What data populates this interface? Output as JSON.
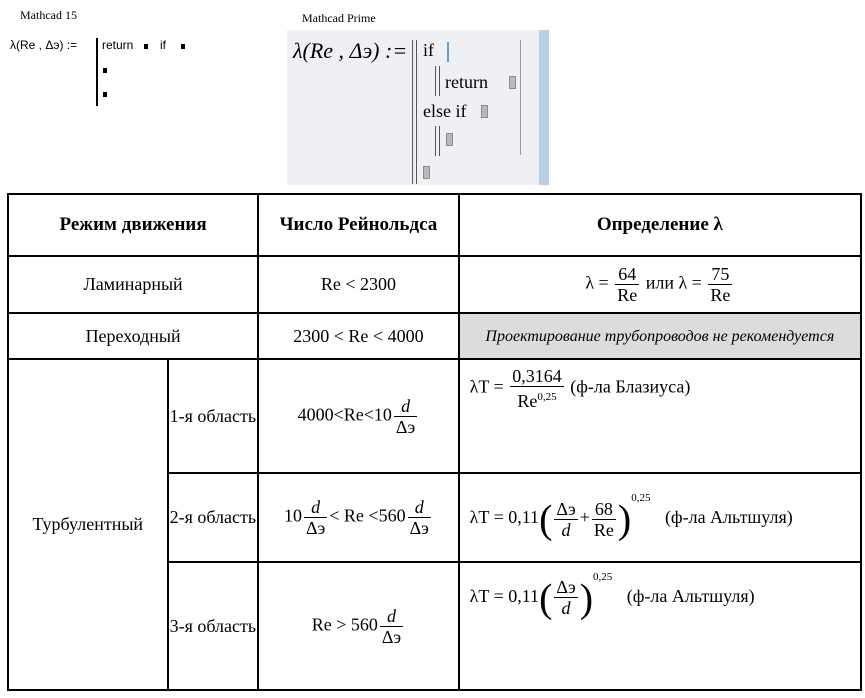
{
  "captions": {
    "mathcad15": "Mathcad 15",
    "mathcad_prime": "Mathcad Prime"
  },
  "mathcad15": {
    "lhs": "λ(Re , Δэ) :=",
    "return": "return",
    "if": "if"
  },
  "prime": {
    "lhs": "λ(Re , Δэ) :=",
    "if": "if",
    "return": "return",
    "else_if": "else if"
  },
  "table": {
    "headers": [
      "Режим движения",
      "Число Рейнольдса",
      "Определение λ"
    ],
    "rows": {
      "laminar": {
        "mode": "Ламинарный",
        "re": "Re < 2300",
        "def_prefix": "λ =",
        "num1": "64",
        "den": "Re",
        "or": "или",
        "num2": "75"
      },
      "transition": {
        "mode": "Переходный",
        "re": "2300 < Re < 4000",
        "def": "Проектирование трубопроводов не рекомендуется"
      },
      "turbulent": {
        "mode": "Турбулентный",
        "zones": [
          {
            "zone": "1-я область",
            "re_left": "4000<Re<10",
            "num": "d",
            "den": "Δэ",
            "lambda": "λT =",
            "coef_num": "0,3164",
            "coef_den": "Re",
            "coef_exp": "0,25",
            "author": "(ф-ла Блазиуса)"
          },
          {
            "zone": "2-я область",
            "re_pre": "10",
            "re_mid": "< Re <560",
            "lambda": "λT = 0,11",
            "a_num": "Δэ",
            "a_den": "d",
            "plus": "+",
            "b_num": "68",
            "b_den": "Re",
            "exp": "0,25",
            "author": "(ф-ла Альтшуля)"
          },
          {
            "zone": "3-я область",
            "re_left": "Re > 560",
            "lambda": "λT = 0,11",
            "a_num": "Δэ",
            "a_den": "d",
            "exp": "0,25",
            "author": "(ф-ла Альтшуля)"
          }
        ]
      }
    }
  }
}
